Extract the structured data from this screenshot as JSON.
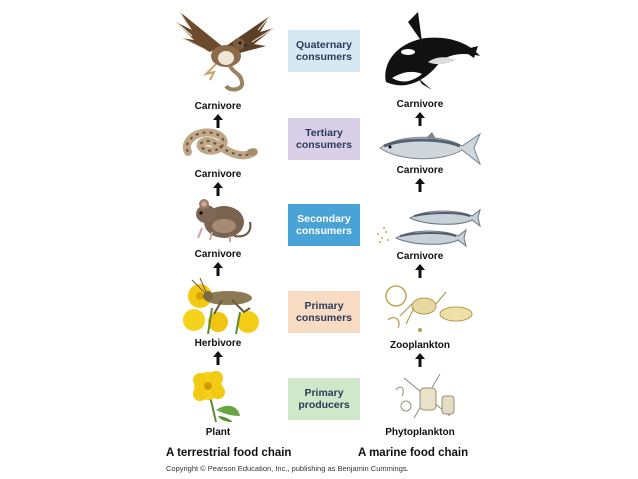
{
  "levels": [
    {
      "line1": "Quaternary",
      "line2": "consumers",
      "color": "#d6e8f3"
    },
    {
      "line1": "Tertiary",
      "line2": "consumers",
      "color": "#d9cfe6"
    },
    {
      "line1": "Secondary",
      "line2": "consumers",
      "color": "#4aa3d6"
    },
    {
      "line1": "Primary",
      "line2": "consumers",
      "color": "#f7dcc3"
    },
    {
      "line1": "Primary",
      "line2": "producers",
      "color": "#cfe8c9"
    }
  ],
  "terrestrial": {
    "labels": [
      "Carnivore",
      "Carnivore",
      "Carnivore",
      "Herbivore",
      "Plant"
    ],
    "title": "A terrestrial food chain"
  },
  "marine": {
    "labels": [
      "Carnivore",
      "Carnivore",
      "Carnivore",
      "Zooplankton",
      "Phytoplankton"
    ],
    "title": "A marine food chain"
  },
  "copyright": "Copyright © Pearson Education, Inc., publishing as Benjamin Cummings.",
  "icons": [
    "hawk-icon",
    "snake-icon",
    "mouse-icon",
    "grasshopper-icon",
    "flower-icon",
    "orca-icon",
    "tuna-icon",
    "herring-icon",
    "zooplankton-icon",
    "phytoplankton-icon",
    "up-arrow-icon"
  ]
}
